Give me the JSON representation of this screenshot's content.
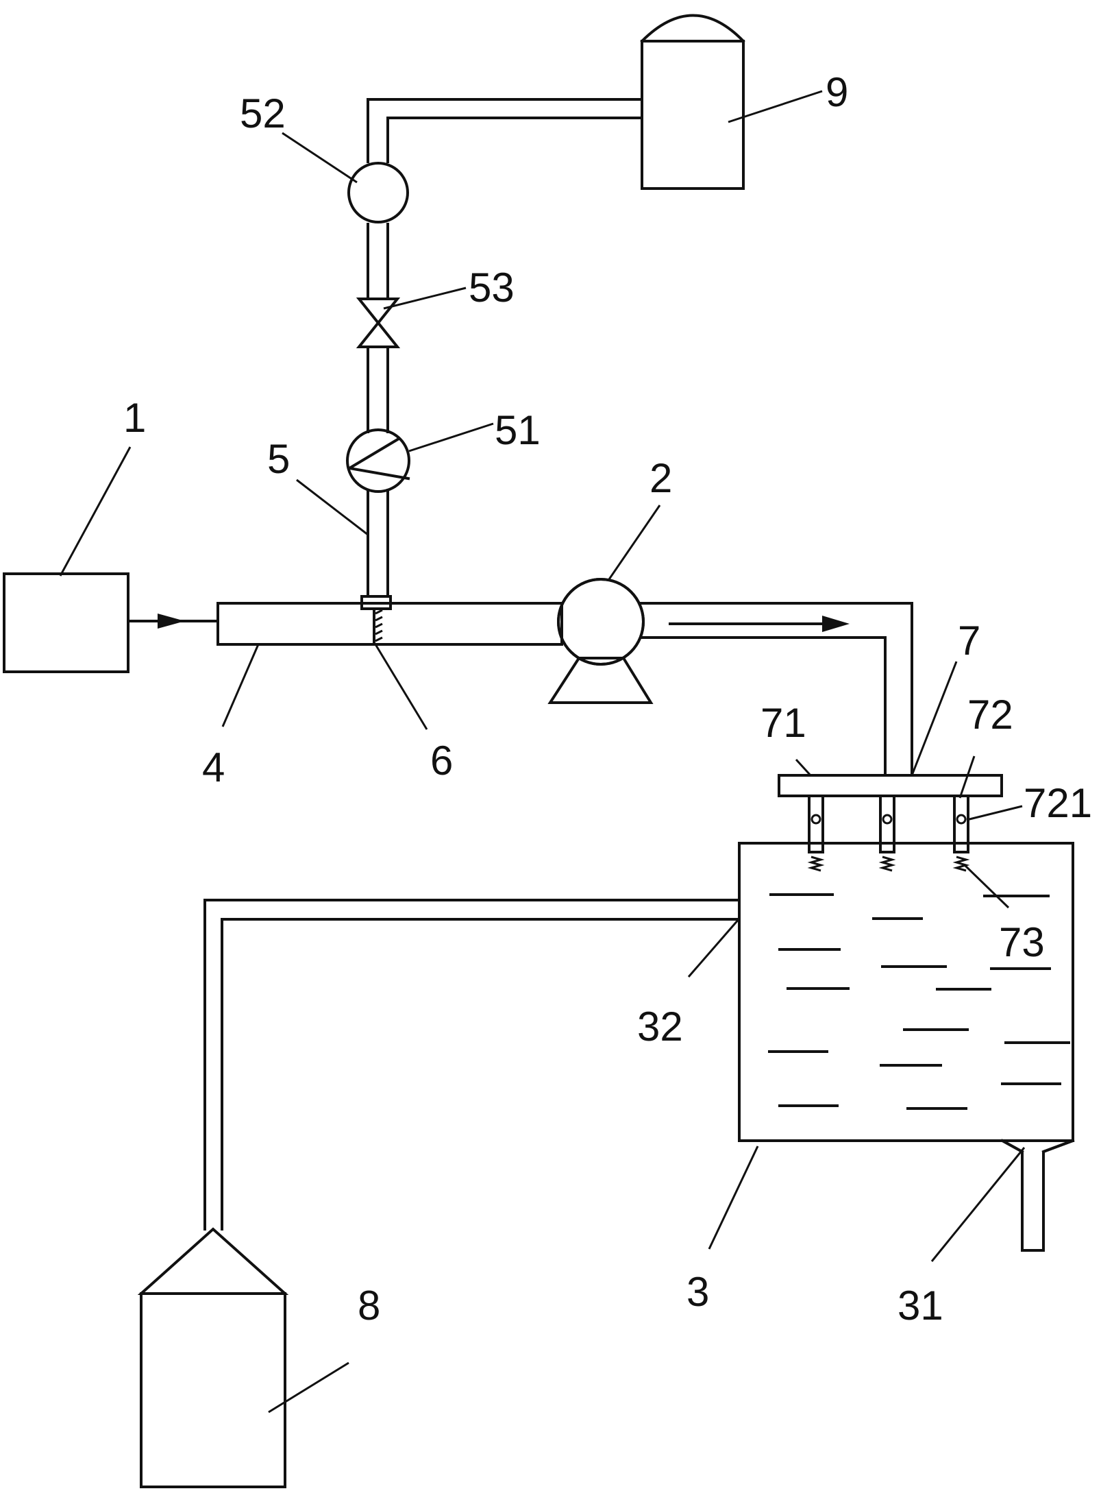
{
  "labels": {
    "l1": "1",
    "l2": "2",
    "l3": "3",
    "l31": "31",
    "l32": "32",
    "l4": "4",
    "l5": "5",
    "l51": "51",
    "l52": "52",
    "l53": "53",
    "l6": "6",
    "l7": "7",
    "l71": "71",
    "l72": "72",
    "l721": "721",
    "l73": "73",
    "l8": "8",
    "l9": "9"
  },
  "colors": {
    "ink": "#111111",
    "background": "#ffffff"
  }
}
